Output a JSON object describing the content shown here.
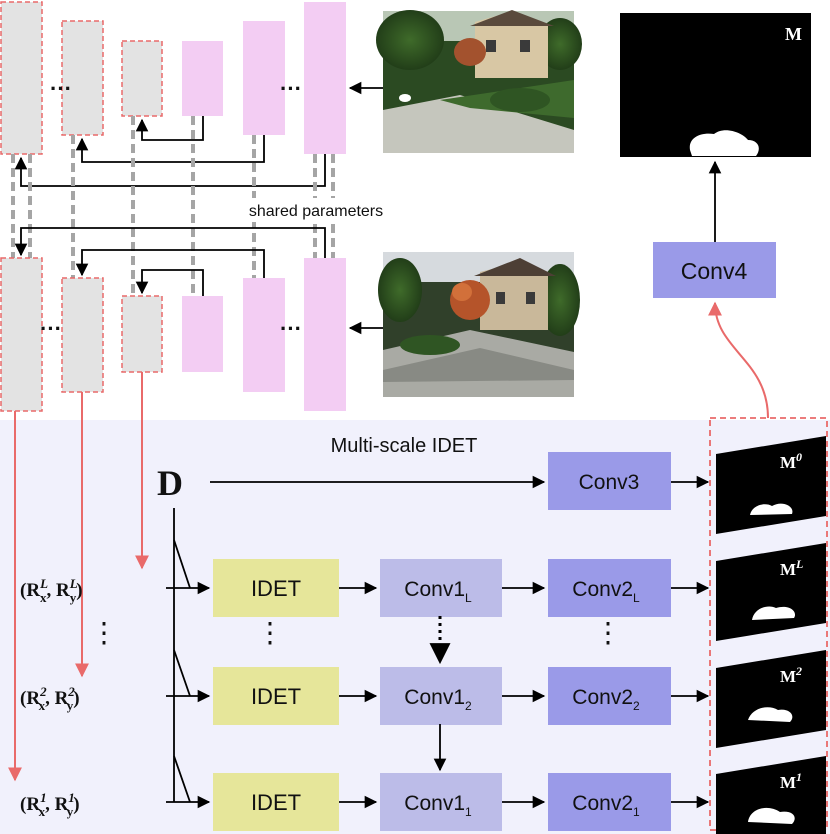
{
  "labels": {
    "shared": "shared parameters",
    "multiscale": "Multi-scale IDET",
    "D": "D",
    "conv4": "Conv4",
    "conv3": "Conv3",
    "M_out": "M",
    "idet": "IDET",
    "vdots": "⋮",
    "hdots": "···"
  },
  "rows": [
    {
      "id": "L",
      "rx": "R",
      "rsubx": "x",
      "rsupx": "L",
      "ry": "R",
      "rsuby": "y",
      "rsupy": "L",
      "conv1": "Conv1",
      "conv1_sub": "L",
      "conv2": "Conv2",
      "conv2_sub": "L"
    },
    {
      "id": "2",
      "rx": "R",
      "rsubx": "x",
      "rsupx": "2",
      "ry": "R",
      "rsuby": "y",
      "rsupy": "2",
      "conv1": "Conv1",
      "conv1_sub": "2",
      "conv2": "Conv2",
      "conv2_sub": "2"
    },
    {
      "id": "1",
      "rx": "R",
      "rsubx": "x",
      "rsupx": "1",
      "ry": "R",
      "rsuby": "y",
      "rsupy": "1",
      "conv1": "Conv1",
      "conv1_sub": "1",
      "conv2": "Conv2",
      "conv2_sub": "1"
    }
  ],
  "masks": [
    {
      "base": "M",
      "sup": "0"
    },
    {
      "base": "M",
      "sup": "L"
    },
    {
      "base": "M",
      "sup": "2"
    },
    {
      "base": "M",
      "sup": "1"
    }
  ],
  "colors": {
    "grayFeature": "#e3e3e3",
    "pinkFeature": "#f3cdf3",
    "dashRed": "#e96a6a",
    "conv": "#9a9ae8",
    "convLight": "#bcbce8",
    "idet": "#e6e69a",
    "panel": "#f1f1fc"
  }
}
